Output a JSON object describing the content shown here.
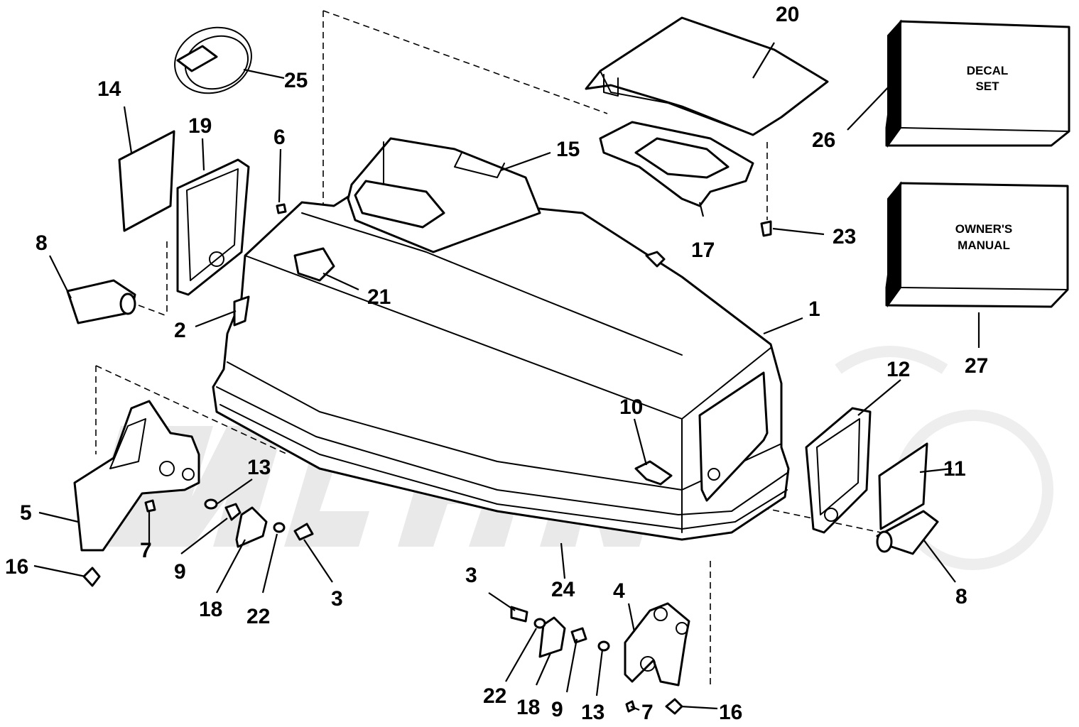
{
  "diagram": {
    "callouts": [
      {
        "id": "c1",
        "label": "1"
      },
      {
        "id": "c2",
        "label": "2"
      },
      {
        "id": "c3a",
        "label": "3"
      },
      {
        "id": "c3b",
        "label": "3"
      },
      {
        "id": "c4",
        "label": "4"
      },
      {
        "id": "c5",
        "label": "5"
      },
      {
        "id": "c6",
        "label": "6"
      },
      {
        "id": "c7a",
        "label": "7"
      },
      {
        "id": "c7b",
        "label": "7"
      },
      {
        "id": "c8a",
        "label": "8"
      },
      {
        "id": "c8b",
        "label": "8"
      },
      {
        "id": "c9a",
        "label": "9"
      },
      {
        "id": "c9b",
        "label": "9"
      },
      {
        "id": "c10",
        "label": "10"
      },
      {
        "id": "c11",
        "label": "11"
      },
      {
        "id": "c12",
        "label": "12"
      },
      {
        "id": "c13a",
        "label": "13"
      },
      {
        "id": "c13b",
        "label": "13"
      },
      {
        "id": "c14",
        "label": "14"
      },
      {
        "id": "c15",
        "label": "15"
      },
      {
        "id": "c16a",
        "label": "16"
      },
      {
        "id": "c16b",
        "label": "16"
      },
      {
        "id": "c17",
        "label": "17"
      },
      {
        "id": "c18a",
        "label": "18"
      },
      {
        "id": "c18b",
        "label": "18"
      },
      {
        "id": "c19",
        "label": "19"
      },
      {
        "id": "c20",
        "label": "20"
      },
      {
        "id": "c21",
        "label": "21"
      },
      {
        "id": "c22a",
        "label": "22"
      },
      {
        "id": "c22b",
        "label": "22"
      },
      {
        "id": "c23",
        "label": "23"
      },
      {
        "id": "c24",
        "label": "24"
      },
      {
        "id": "c25",
        "label": "25"
      },
      {
        "id": "c26",
        "label": "26"
      },
      {
        "id": "c27",
        "label": "27"
      }
    ],
    "decal_box": {
      "line1": "DECAL",
      "line2": "SET"
    },
    "manual_box": {
      "line1": "OWNER'S",
      "line2": "MANUAL"
    }
  }
}
